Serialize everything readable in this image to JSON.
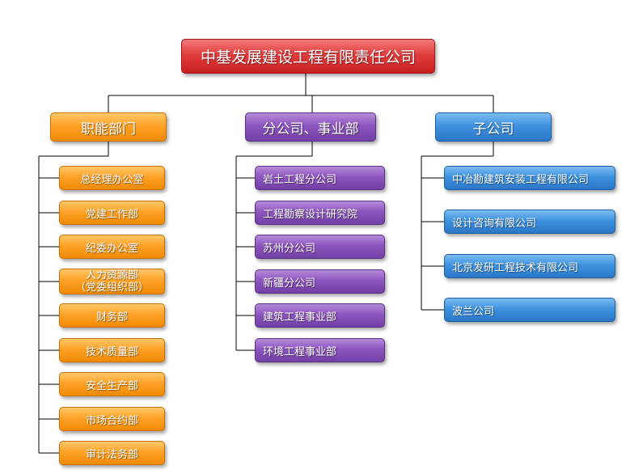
{
  "root": "中基发展建设工程有限责任公司",
  "branches": [
    {
      "label": "职能部门",
      "color": "#ffa228",
      "items": [
        "总经理办公室",
        "党建工作部",
        "纪委办公室",
        "人力资源部（党委组织部）",
        "财务部",
        "技术质量部",
        "安全生产部",
        "市场合约部",
        "审计法务部"
      ]
    },
    {
      "label": "分公司、事业部",
      "color": "#8d55bf",
      "items": [
        "岩土工程分公司",
        "工程勘察设计研究院",
        "苏州分公司",
        "新疆分公司",
        "建筑工程事业部",
        "环境工程事业部"
      ]
    },
    {
      "label": "子公司",
      "color": "#3f92df",
      "items": [
        "中冶勘建筑安装工程有限公司",
        "设计咨询有限公司",
        "北京发研工程技术有限公司",
        "波兰公司"
      ]
    }
  ],
  "hr_lines": [
    "人力资源部",
    "（党委组织部）"
  ]
}
